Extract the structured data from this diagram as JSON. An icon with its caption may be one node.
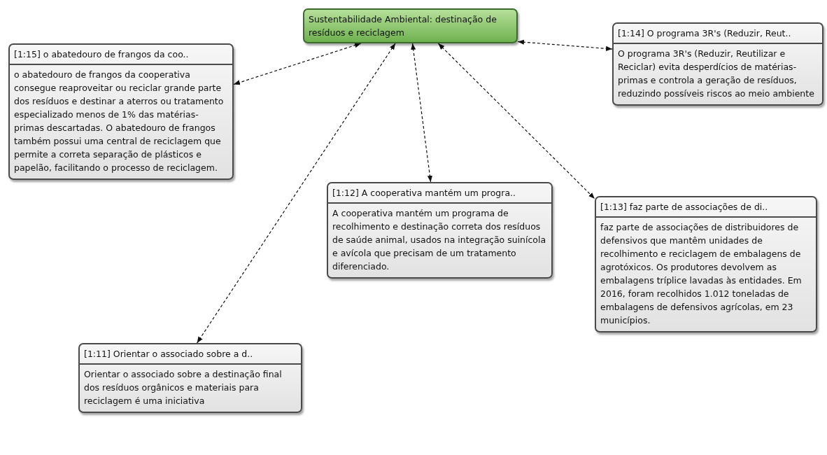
{
  "diagram": {
    "nodes": [
      {
        "text": [
          "Sustentabilidade Ambiental: destinação de resíduos e reciclagem"
        ]
      },
      {
        "text": [
          "[1:15] o abatedouro de frangos da coo..",
          "o abatedouro de frangos da cooperativa consegue reaproveitar ou reciclar grande parte dos resíduos e destinar a aterros ou tratamento especializado menos de 1% das matérias-primas descartadas. O abatedouro de frangos também possui uma central de reciclagem que permite a correta separação de plásticos e papelão, facilitando o processo de reciclagem."
        ]
      },
      {
        "text": [
          "[1:14] O programa 3R's (Reduzir, Reut..",
          "O programa 3R's (Reduzir, Reutilizar e Reciclar) evita desperdícios de matérias-primas e controla a geração de resíduos, reduzindo possíveis riscos ao meio ambiente"
        ]
      },
      {
        "text": [
          "[1:12] A cooperativa mantém um progra..",
          "A cooperativa mantém um programa de recolhimento e destinação correta dos resíduos de saúde animal, usados na integração suinícola e avícola que precisam de um tratamento diferenciado."
        ]
      },
      {
        "text": [
          "[1:13] faz parte de associações de di..",
          "faz parte de associações de distribuidores de defensivos que mantêm unidades de recolhimento e reciclagem de embalagens de agrotóxicos. Os produtores devolvem as embalagens tríplice lavadas às entidades. Em 2016, foram recolhidos 1.012 toneladas de embalagens de defensivos agrícolas, em 23 municípios."
        ]
      },
      {
        "text": [
          "[1:11] Orientar o associado sobre a d..",
          "Orientar o associado sobre a destinação final dos resíduos orgânicos e materiais para reciclagem é uma iniciativa"
        ]
      }
    ],
    "edges": [
      {
        "from": 0,
        "to": 1,
        "arrow": "both",
        "style": "dashed"
      },
      {
        "from": 0,
        "to": 2,
        "arrow": "both",
        "style": "dashed"
      },
      {
        "from": 0,
        "to": 3,
        "arrow": "both",
        "style": "dashed"
      },
      {
        "from": 0,
        "to": 4,
        "arrow": "both",
        "style": "dashed"
      },
      {
        "from": 0,
        "to": 5,
        "arrow": "both",
        "style": "dashed"
      }
    ]
  }
}
